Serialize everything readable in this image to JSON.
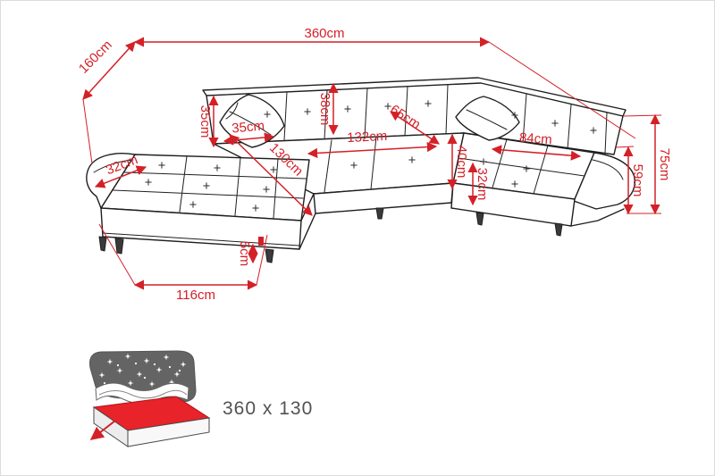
{
  "colors": {
    "dimension_red": "#d42027",
    "line_black": "#1f1f1f",
    "mattress_red": "#e82329",
    "blanket_gray": "#646464",
    "label_gray": "#525252"
  },
  "dims": {
    "overall_width": "360cm",
    "left_depth": "160cm",
    "pillow_height": "35cm",
    "pillow_width": "35cm",
    "backrest_height": "38cm",
    "corner_seat_width": "65cm",
    "middle_seat_width": "132cm",
    "chaise_seat_length": "130cm",
    "seat_front_height": "40cm",
    "right_seat_width": "84cm",
    "total_height": "75cm",
    "armrest_height": "59cm",
    "left_armrest_width": "32cm",
    "right_seat_front_height": "32cm",
    "leg_height": "5cm",
    "left_chaise_front_width": "116cm"
  },
  "sleeping": {
    "label": "360 x 130"
  }
}
